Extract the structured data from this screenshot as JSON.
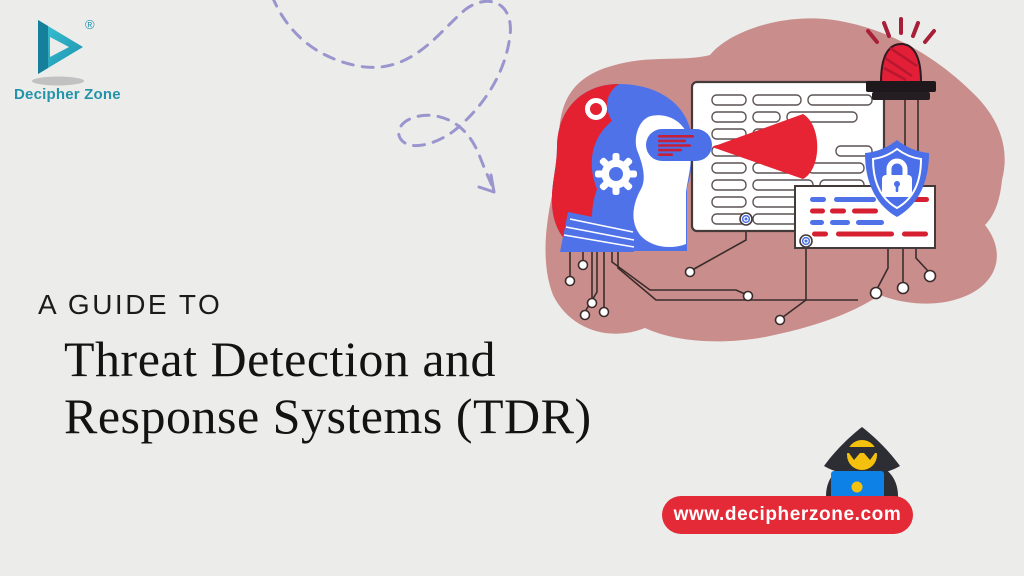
{
  "banner_type": "blog-cover-graphic",
  "logo": {
    "name": "Decipher Zone",
    "registered_mark": "®"
  },
  "heading": {
    "kicker": "A GUIDE TO",
    "title_line1": "Threat Detection and",
    "title_line2": "Response Systems (TDR)"
  },
  "footer": {
    "website": "www.decipherzone.com"
  },
  "icons": {
    "logo-mark": "teal folded play-triangle D",
    "dashed-arrow": "lavender looping dashed arrow",
    "ai-head": "red/blue robot head profile with gear",
    "gear": "white cog with blue hub",
    "scan-visor": "blue pill over eyes with red code lines",
    "scan-beam": "red widening detection cone",
    "document-panel": "white sheet with outlined text rows",
    "alarm-siren": "red emergency beacon with rays",
    "shield-lock": "blue shield with white padlock",
    "report-card": "white card with red/blue redacted lines",
    "circuit-traces": "thin circuit lines with node dots",
    "hacker": "hooded figure with yellow face at blue laptop"
  },
  "colors": {
    "background": "#ECEDEB",
    "blob": "#C98E8C",
    "accent_red": "#E62735",
    "accent_blue": "#4F72E9",
    "brand_teal": "#2493A9",
    "lavender": "#9B95CE",
    "text_dark": "#131313",
    "pill_red": "#E32A36",
    "hacker_dark": "#2D2D34",
    "hacker_yellow": "#F4C20E",
    "laptop_blue": "#0E81E6"
  }
}
